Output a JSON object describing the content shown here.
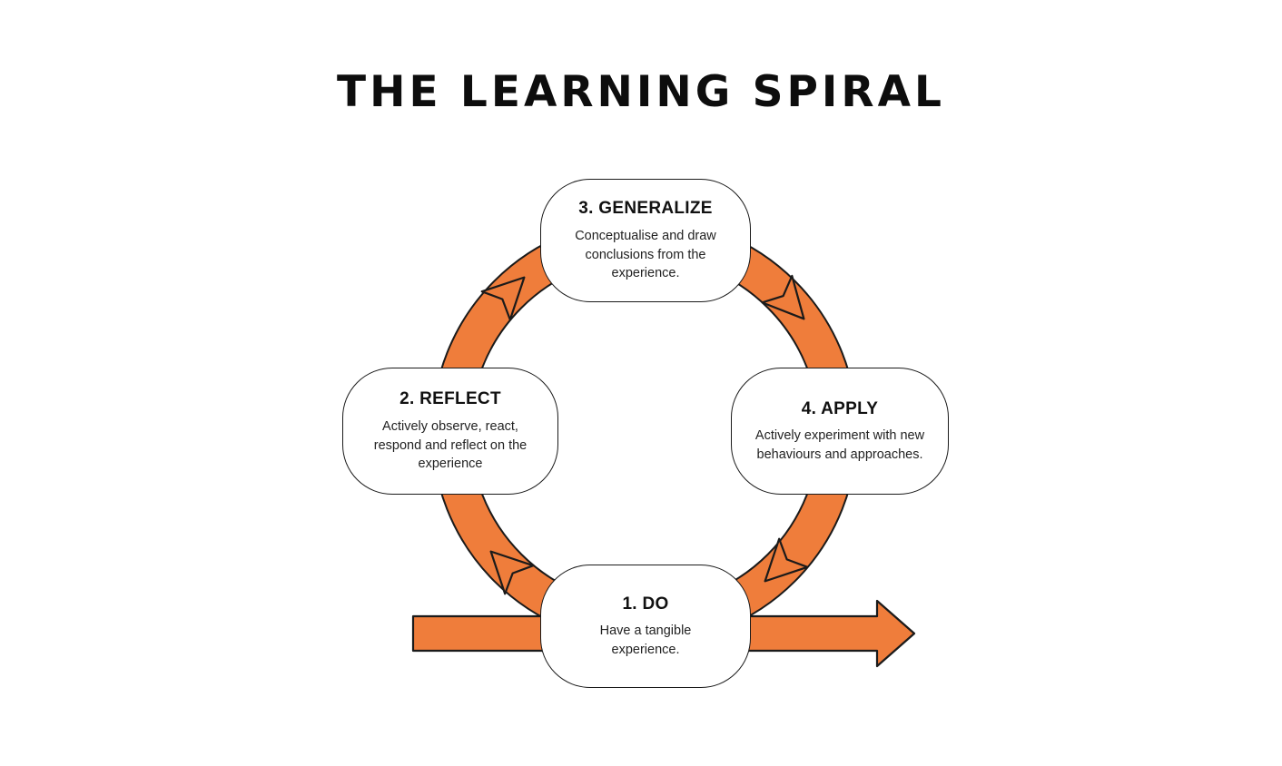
{
  "title": "THE LEARNING SPIRAL",
  "colors": {
    "orange": "#EF7D3B",
    "outline": "#1A1A1A"
  },
  "steps": [
    {
      "label": "1. DO",
      "description": "Have a tangible experience."
    },
    {
      "label": "2. REFLECT",
      "description": "Actively observe, react, respond and reflect on the experience"
    },
    {
      "label": "3. GENERALIZE",
      "description": "Conceptualise and draw conclusions from the experience."
    },
    {
      "label": "4. APPLY",
      "description": "Actively experiment with new behaviours and approaches."
    }
  ]
}
